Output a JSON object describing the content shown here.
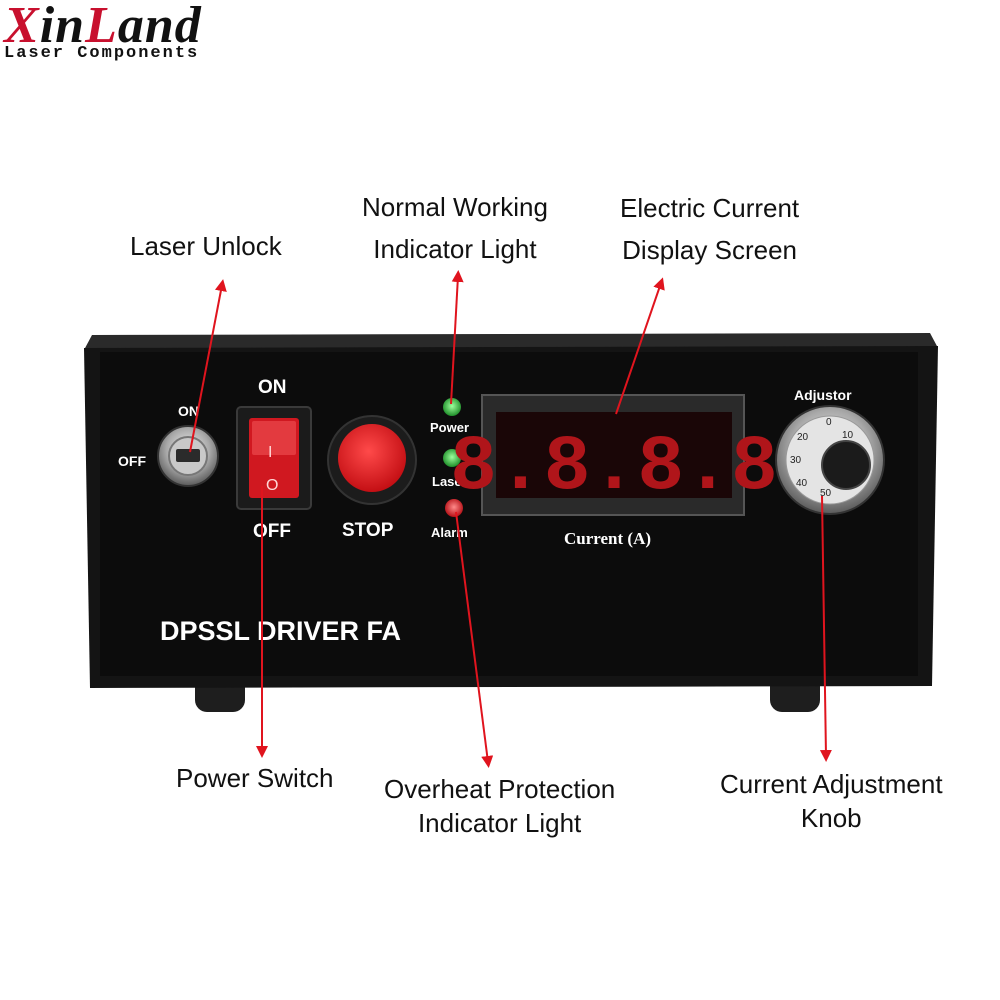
{
  "brand": {
    "name_red_1": "X",
    "name_black_1": "in",
    "name_red_2": "L",
    "name_black_2": "and",
    "tagline": "Laser Components"
  },
  "panel": {
    "model": "DPSSL DRIVER FA",
    "key": {
      "on_label": "ON",
      "off_label": "OFF"
    },
    "rocker": {
      "on_label": "ON",
      "off_label": "OFF",
      "symbol_on": "I",
      "symbol_off": "O"
    },
    "stop_label": "STOP",
    "leds": [
      {
        "label": "Power",
        "color": "#2ecc40"
      },
      {
        "label": "Laser",
        "color": "#2ecc40"
      },
      {
        "label": "Alarm",
        "color": "#e8202a"
      }
    ],
    "display": {
      "digits": "8.8.8.8",
      "caption": "Current (A)",
      "digit_color": "#b0151a"
    },
    "knob": {
      "label": "Adjustor",
      "dial_numbers": [
        "0",
        "10",
        "20",
        "30",
        "40",
        "50"
      ]
    }
  },
  "callouts": {
    "laser_unlock": "Laser Unlock",
    "normal_working": [
      "Normal Working",
      "Indicator Light"
    ],
    "electric_current": [
      "Electric Current",
      "Display Screen"
    ],
    "power_switch": "Power Switch",
    "overheat": [
      "Overheat Protection",
      "Indicator Light"
    ],
    "current_knob": [
      "Current Adjustment",
      "Knob"
    ]
  },
  "colors": {
    "arrow": "#e0141e",
    "panel": "#0c0c0c",
    "frame": "#1a1a1a"
  }
}
